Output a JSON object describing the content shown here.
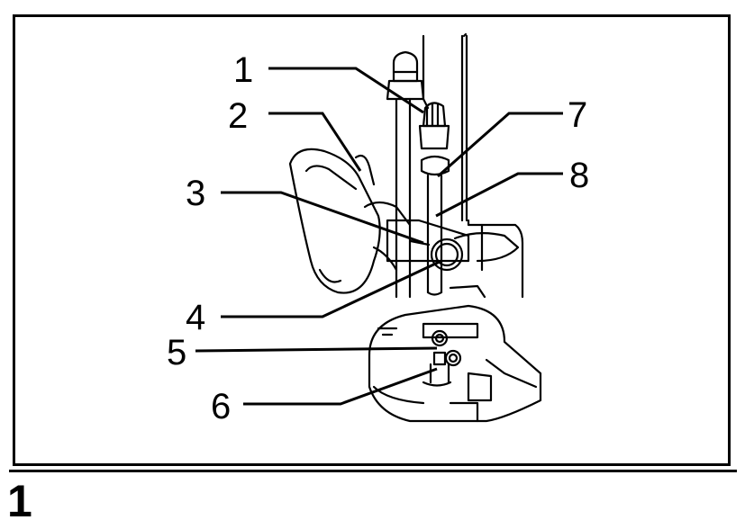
{
  "figure": {
    "number": "1",
    "callouts": [
      {
        "id": "c1",
        "text": "1"
      },
      {
        "id": "c2",
        "text": "2"
      },
      {
        "id": "c3",
        "text": "3"
      },
      {
        "id": "c4",
        "text": "4"
      },
      {
        "id": "c5",
        "text": "5"
      },
      {
        "id": "c6",
        "text": "6"
      },
      {
        "id": "c7",
        "text": "7"
      },
      {
        "id": "c8",
        "text": "8"
      }
    ]
  },
  "colors": {
    "ink": "#000000",
    "paper": "#ffffff"
  }
}
